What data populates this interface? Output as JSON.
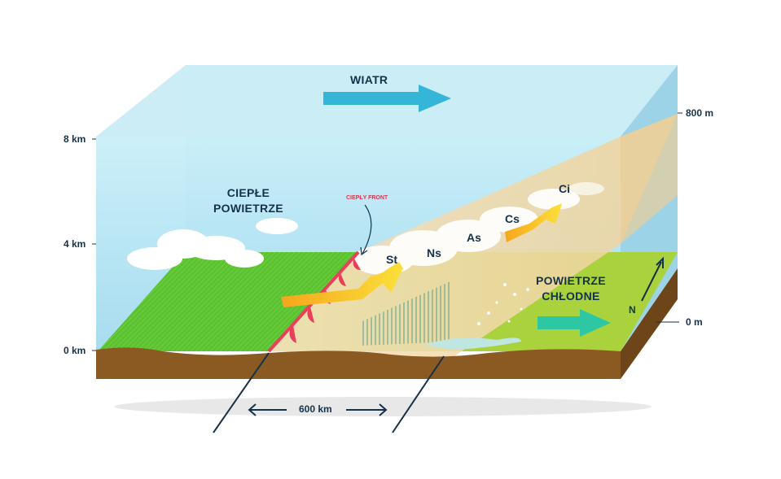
{
  "labels": {
    "wind": "WIATR",
    "warm_air_line1": "CIEPŁE",
    "warm_air_line2": "POWIETRZE",
    "cold_air_line1": "POWIETRZE",
    "cold_air_line2": "CHŁODNE",
    "warm_front": "CIEPŁY FRONT",
    "north": "N",
    "distance": "600 km"
  },
  "altitude_scale": [
    "8 km",
    "4 km",
    "0 km"
  ],
  "right_scale": [
    "800 m",
    "0 m"
  ],
  "cloud_types": [
    "St",
    "Ns",
    "As",
    "Cs",
    "Ci"
  ],
  "colors": {
    "sky": "#aee2f1",
    "grass_warm": "#5dc433",
    "grass_cold": "#a8d13a",
    "soil": "#8a5a22",
    "frontal_band": "#f2dcb4",
    "warm_front_line": "#e8405b",
    "flow_arrow": "#f8c21a",
    "wind_arrow": "#35b6d8",
    "cold_arrow": "#2ec7a4",
    "text": "#16324a"
  },
  "icons": [
    "wind-arrow-icon",
    "warm-air-arrow-icon",
    "cold-air-arrow-icon",
    "north-arrow-icon",
    "distance-arrow-icon"
  ]
}
